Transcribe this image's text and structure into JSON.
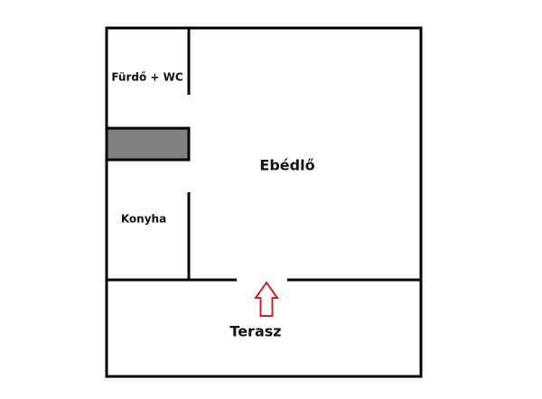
{
  "floorplan": {
    "rooms": {
      "bathroom": "Fürdő + WC",
      "dining": "Ebédlő",
      "kitchen": "Konyha",
      "terrace": "Terasz"
    },
    "colors": {
      "wall": "#000000",
      "block": "#808080",
      "entrance_arrow": "#d0202a"
    },
    "icons": {
      "entrance": "up-arrow-icon"
    }
  }
}
